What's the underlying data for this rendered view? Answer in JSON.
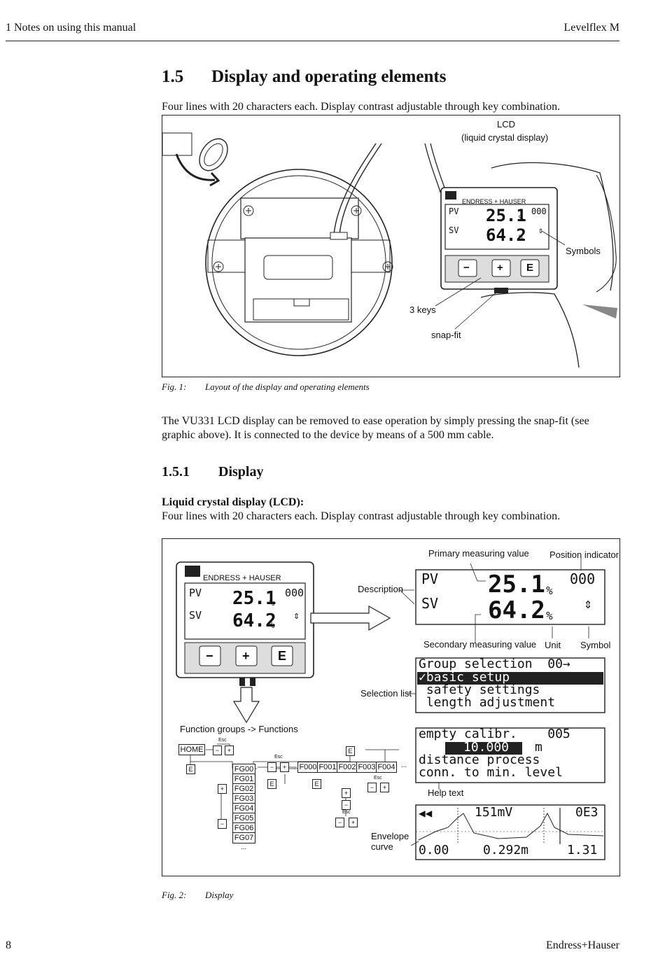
{
  "header": {
    "left": "1 Notes on using this manual",
    "right": "Levelflex M"
  },
  "section": {
    "number": "1.5",
    "title": "Display and operating elements",
    "intro": "Four lines with 20 characters each. Display contrast adjustable through key combination."
  },
  "fig1": {
    "labels": {
      "lcd": "LCD",
      "lcd_sub": "(liquid crystal display)",
      "symbols": "Symbols",
      "three_keys": "3 keys",
      "snap_fit": "snap-fit",
      "brand": "ENDRESS + HAUSER",
      "pv": "PV",
      "sv": "SV",
      "pv_value": "25.1",
      "sv_value": "64.2",
      "unit": "%",
      "position": "000",
      "symbol": "⇕"
    },
    "caption_num": "Fig. 1:",
    "caption": "Layout of the display and operating elements"
  },
  "para1": "The VU331 LCD display can be removed to ease operation by simply pressing the snap-fit (see graphic above). It is connected to the device by means of a 500 mm cable.",
  "subsection": {
    "number": "1.5.1",
    "title": "Display"
  },
  "lcd_heading": "Liquid crystal display (LCD):",
  "lcd_text": "Four lines with 20 characters each. Display contrast adjustable through key combination.",
  "fig2": {
    "brand": "ENDRESS + HAUSER",
    "pv": "PV",
    "sv": "SV",
    "pv_value": "25.1",
    "sv_value": "64.2",
    "unit": "%",
    "position": "000",
    "symbol": "⇕",
    "keys": [
      "−",
      "+",
      "E"
    ],
    "labels": {
      "primary": "Primary measuring value",
      "position_indicator": "Position indicator",
      "description": "Description",
      "secondary": "Secondary measuring value",
      "unit": "Unit",
      "symbol": "Symbol",
      "selection_list": "Selection list",
      "function_groups": "Function groups -> Functions",
      "help_text": "Help text",
      "envelope": "Envelope",
      "envelope2": "curve"
    },
    "selection_lines": [
      "Group selection  00→",
      "✓basic setup",
      " safety settings",
      " length adjustment"
    ],
    "help_lines": [
      "empty calibr.    005",
      "10.000",
      "m",
      "distance process",
      "conn. to min. level"
    ],
    "envelope_top": [
      "◀◀",
      "151mV",
      "0E3"
    ],
    "envelope_bottom": [
      "0.00",
      "0.292m",
      "1.31"
    ],
    "nav": {
      "home": "HOME",
      "esc": "Esc",
      "minus": "−",
      "plus": "+",
      "e": "E",
      "groups": [
        "FG00",
        "FG01",
        "FG02",
        "FG03",
        "FG04",
        "FG05",
        "FG06",
        "FG07"
      ],
      "functions": [
        "F000",
        "F001",
        "F002",
        "F003",
        "F004"
      ],
      "ellipsis": "..."
    },
    "caption_num": "Fig. 2:",
    "caption": "Display"
  },
  "footer": {
    "page": "8",
    "brand": "Endress+Hauser"
  }
}
